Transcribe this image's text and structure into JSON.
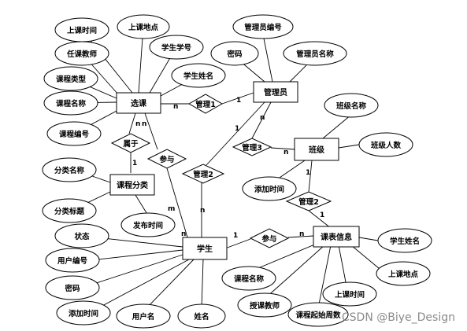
{
  "entities": {
    "xuanke": "选课",
    "guanliyuan": "管理员",
    "banji": "班级",
    "kechengfenlei": "课程分类",
    "xuesheng": "学生",
    "kebiaoxinxi": "课表信息"
  },
  "relationships": {
    "guanli1": "管理1",
    "guanli2": "管理2",
    "guanli3": "管理3",
    "shuyu": "属于",
    "canyu_a": "参与",
    "canyu_b": "参与",
    "guanli2b": "管理2"
  },
  "attributes": {
    "xk_time": "上课时间",
    "xk_place": "上课地点",
    "xk_teacher": "任课教师",
    "xk_stuno": "学生学号",
    "xk_type": "课程类型",
    "xk_stuname": "学生姓名",
    "xk_cname": "课程名称",
    "xk_cno": "课程编号",
    "gl_no": "管理员编号",
    "gl_pwd": "密码",
    "gl_name": "管理员名称",
    "bj_name": "班级名称",
    "bj_count": "班级人数",
    "bj_addtime": "添加时间",
    "fl_name": "分类名称",
    "fl_tag": "分类标题",
    "fl_pubtime": "发布时间",
    "xs_status": "状态",
    "xs_userno": "用户编号",
    "xs_pwd": "密码",
    "xs_addtime": "添加时间",
    "xs_username": "用户名",
    "xs_name": "姓名",
    "kb_stuname": "学生姓名",
    "kb_place": "上课地点",
    "kb_time": "上课时间",
    "kb_start": "课程起始周数",
    "kb_teacher": "授课教师",
    "kb_cname": "课程名称"
  },
  "cardinalities": {
    "c1": "n",
    "c2": "1",
    "c3": "1",
    "c4": "n",
    "c5": "1",
    "c6": "n",
    "c7": "n",
    "c8": "n",
    "c9": "1",
    "c10": "m",
    "c11": "n",
    "c12": "1",
    "c13": "n",
    "c14": "1",
    "c15": "n"
  },
  "watermark": "CSDN @Biye_Design"
}
